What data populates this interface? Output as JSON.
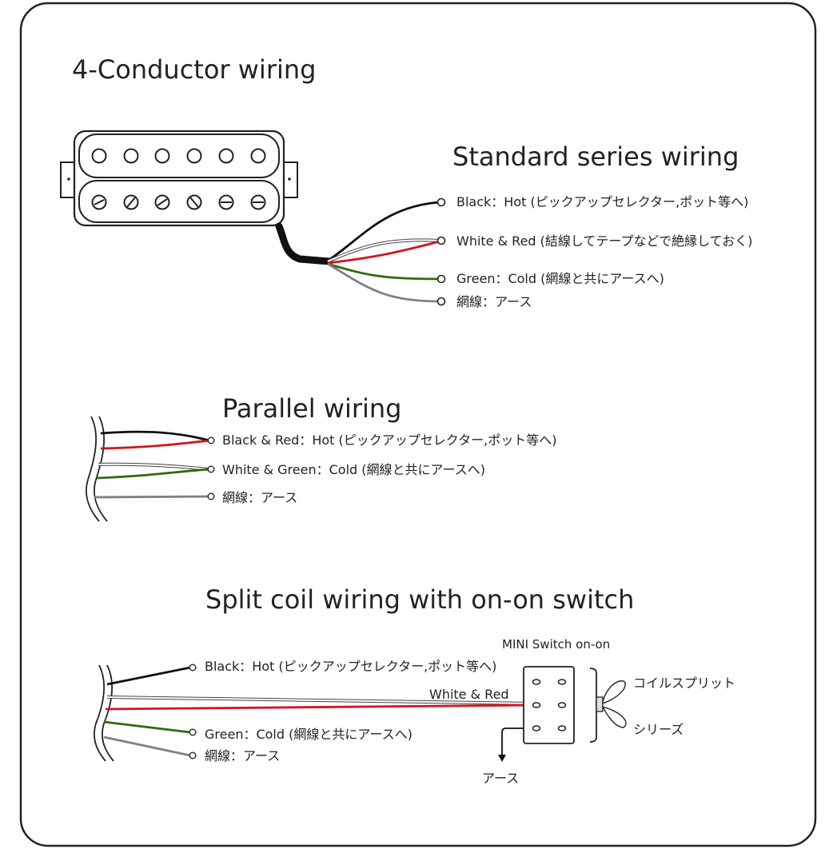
{
  "title": "4-Conductor wiring",
  "sections": {
    "standard": {
      "heading": "Standard series wiring",
      "labels": {
        "black": "Black：Hot (ピックアップセレクター,ポット等へ)",
        "white_red": "White & Red (結線してテープなどで絶縁しておく)",
        "green": "Green：Cold (網線と共にアースへ)",
        "ground": "網線：アース"
      }
    },
    "parallel": {
      "heading": "Parallel wiring",
      "labels": {
        "black_red": "Black & Red：Hot (ピックアップセレクター,ポット等へ)",
        "white_green": "White & Green：Cold (網線と共にアースへ)",
        "ground": "網線：アース"
      }
    },
    "split": {
      "heading": "Split coil wiring with on-on switch",
      "switch_label": "MINI Switch on-on",
      "labels": {
        "black": "Black：Hot (ピックアップセレクター,ポット等へ)",
        "white_red": "White & Red",
        "green": "Green：Cold (網線と共にアースへ)",
        "ground": "網線：アース",
        "switch_up": "コイルスプリット",
        "switch_down": "シリーズ",
        "earth": "アース"
      }
    }
  },
  "colors": {
    "black_wire": "#111111",
    "red_wire": "#d4141e",
    "green_wire": "#2e6b12",
    "gray_wire": "#808080",
    "white_wire": "#ffffff"
  }
}
